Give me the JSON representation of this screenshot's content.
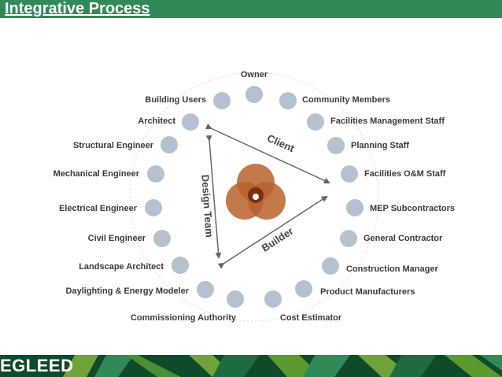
{
  "header": {
    "title": "Integrative Process"
  },
  "footer": {
    "brand": "EGLEED"
  },
  "colors": {
    "header_green": "#2f8a58",
    "node": "#b4c1cf",
    "venn": "#b8612a",
    "dark_green": "#0f4a2a",
    "lime": "#6fa33a"
  },
  "diagram": {
    "center_icon": "three-circle-venn-icon",
    "arrows": {
      "left": "Design Team",
      "top": "Client",
      "bottom": "Builder"
    },
    "nodes": [
      "Owner",
      "Community Members",
      "Facilities Management Staff",
      "Planning Staff",
      "Facilities O&M Staff",
      "MEP Subcontractors",
      "General Contractor",
      "Construction Manager",
      "Product Manufacturers",
      "Cost Estimator",
      "Commissioning Authority",
      "Daylighting & Energy Modeler",
      "Landscape Architect",
      "Civil Engineer",
      "Electrical Engineer",
      "Mechanical Engineer",
      "Structural Engineer",
      "Architect",
      "Building Users"
    ]
  }
}
